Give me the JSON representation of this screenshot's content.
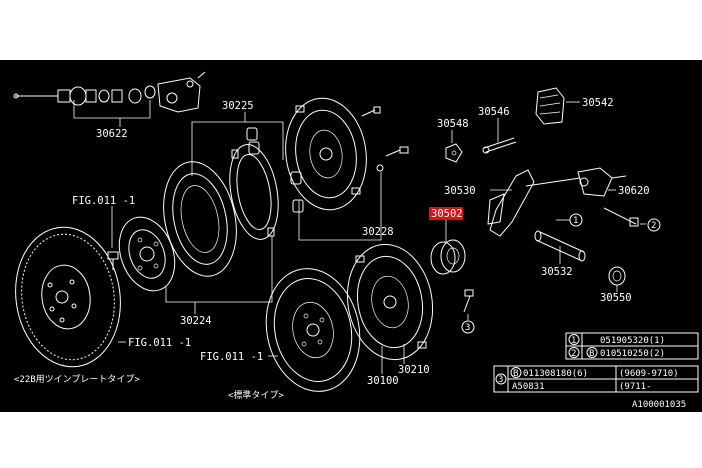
{
  "colors": {
    "background": "#000000",
    "line": "#ffffff",
    "highlight": "#e01010"
  },
  "labels": {
    "p30622": "30622",
    "p30225": "30225",
    "p30548": "30548",
    "p30546": "30546",
    "p30542": "30542",
    "p30530": "30530",
    "p30620": "30620",
    "p30502": "30502",
    "p30228": "30228",
    "p30532": "30532",
    "p30550": "30550",
    "p30224": "30224",
    "p30210": "30210",
    "p30100": "30100",
    "fig_top": "FIG.011 -1",
    "fig_left": "FIG.011 -1",
    "fig_bottom": "FIG.011 -1",
    "twin_plate_note": "<22B用ツインプレートタイプ>",
    "standard_note": "<標準タイプ>",
    "callout_1": "1",
    "callout_2": "2",
    "callout_3": "3",
    "diagram_id": "A100001035"
  },
  "legend": {
    "rows": [
      {
        "num": "1",
        "sub": "",
        "part": "051905320(1)",
        "extra": ""
      },
      {
        "num": "2",
        "sub": "B",
        "part": "010510250(2)",
        "extra": ""
      },
      {
        "num": "3",
        "sub": "B",
        "part": "011308180(6)",
        "extra": "(9609-9710)"
      },
      {
        "num": "",
        "sub": "",
        "part": "A50831",
        "extra": "(9711-"
      }
    ]
  }
}
